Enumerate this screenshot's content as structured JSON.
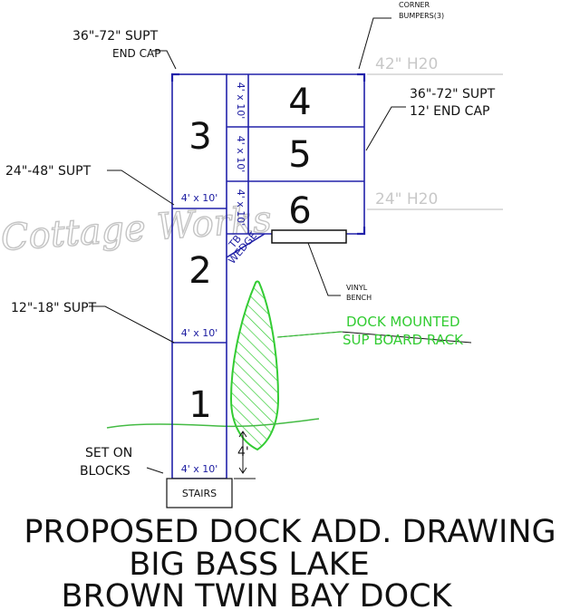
{
  "labels": {
    "corner_bumpers": [
      "CORNER",
      "BUMPERS(3)"
    ],
    "end_cap_left": [
      "36\"-72\" SUPT",
      "END CAP"
    ],
    "end_cap_right": [
      "36\"-72\" SUPT",
      "12' END CAP"
    ],
    "supt_24_48": "24\"-48\" SUPT",
    "supt_12_18": "12\"-18\" SUPT",
    "set_on_blocks": [
      "SET ON",
      "BLOCKS"
    ],
    "vinyl_bench": [
      "VINYL",
      "BENCH"
    ],
    "stairs": "STAIRS",
    "wedge": [
      "TB",
      "WEDGE"
    ],
    "sup_rack": [
      "DOCK MOUNTED",
      "SUP BOARD RACK"
    ],
    "depth_four": "4'"
  },
  "depths": {
    "h42": "42\" H20",
    "h24": "24\" H20"
  },
  "sections": [
    "1",
    "2",
    "3",
    "4",
    "5",
    "6"
  ],
  "dimensions": {
    "four_by_ten": "4' x 10'"
  },
  "watermark": "Cottage Works",
  "title_lines": [
    "PROPOSED DOCK ADD. DRAWING",
    "BIG BASS LAKE",
    "BROWN TWIN BAY DOCK"
  ],
  "colors": {
    "dock_lines": "#2222aa",
    "rack_green": "#33cc33",
    "water_line": "#44bb44"
  }
}
